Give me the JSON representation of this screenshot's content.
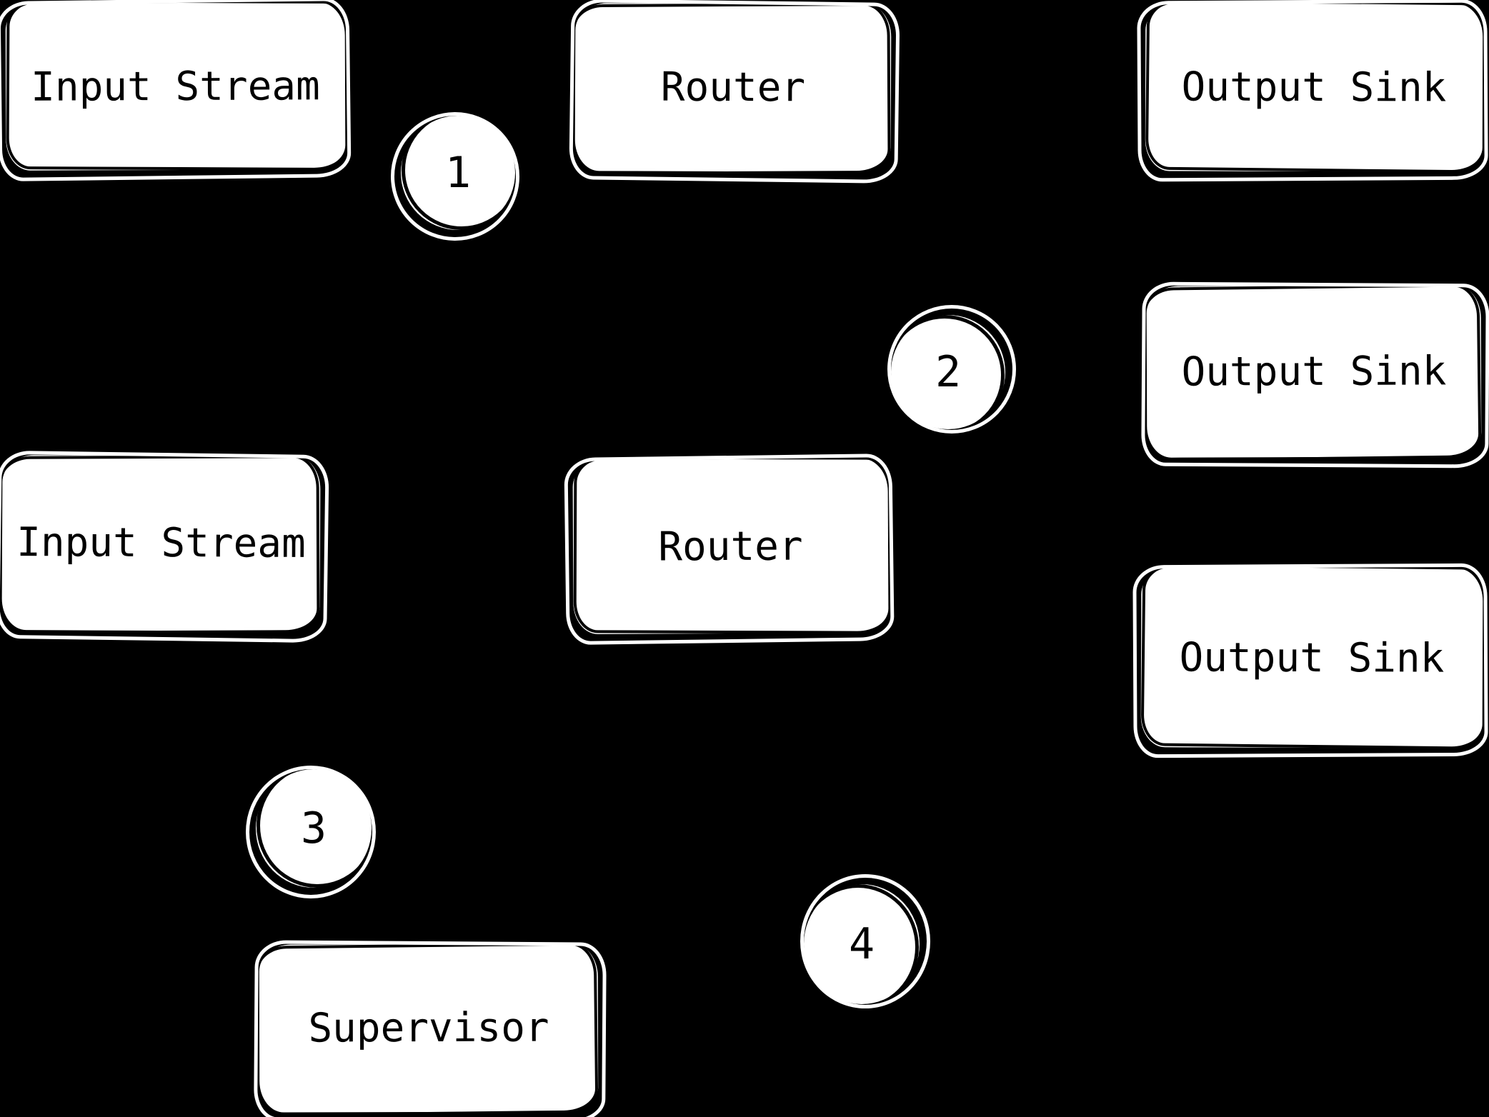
{
  "diagram": {
    "background_color": "#000000",
    "shape_fill_color": "#ffffff",
    "text_color": "#000000",
    "nodes": [
      {
        "id": "input-stream-1",
        "label": "Input Stream"
      },
      {
        "id": "router-1",
        "label": "Router"
      },
      {
        "id": "output-sink-1",
        "label": "Output Sink"
      },
      {
        "id": "output-sink-2",
        "label": "Output Sink"
      },
      {
        "id": "input-stream-2",
        "label": "Input Stream"
      },
      {
        "id": "router-2",
        "label": "Router"
      },
      {
        "id": "output-sink-3",
        "label": "Output Sink"
      },
      {
        "id": "supervisor",
        "label": "Supervisor"
      }
    ],
    "step_badges": [
      {
        "id": "step-1",
        "label": "1"
      },
      {
        "id": "step-2",
        "label": "2"
      },
      {
        "id": "step-3",
        "label": "3"
      },
      {
        "id": "step-4",
        "label": "4"
      }
    ]
  }
}
